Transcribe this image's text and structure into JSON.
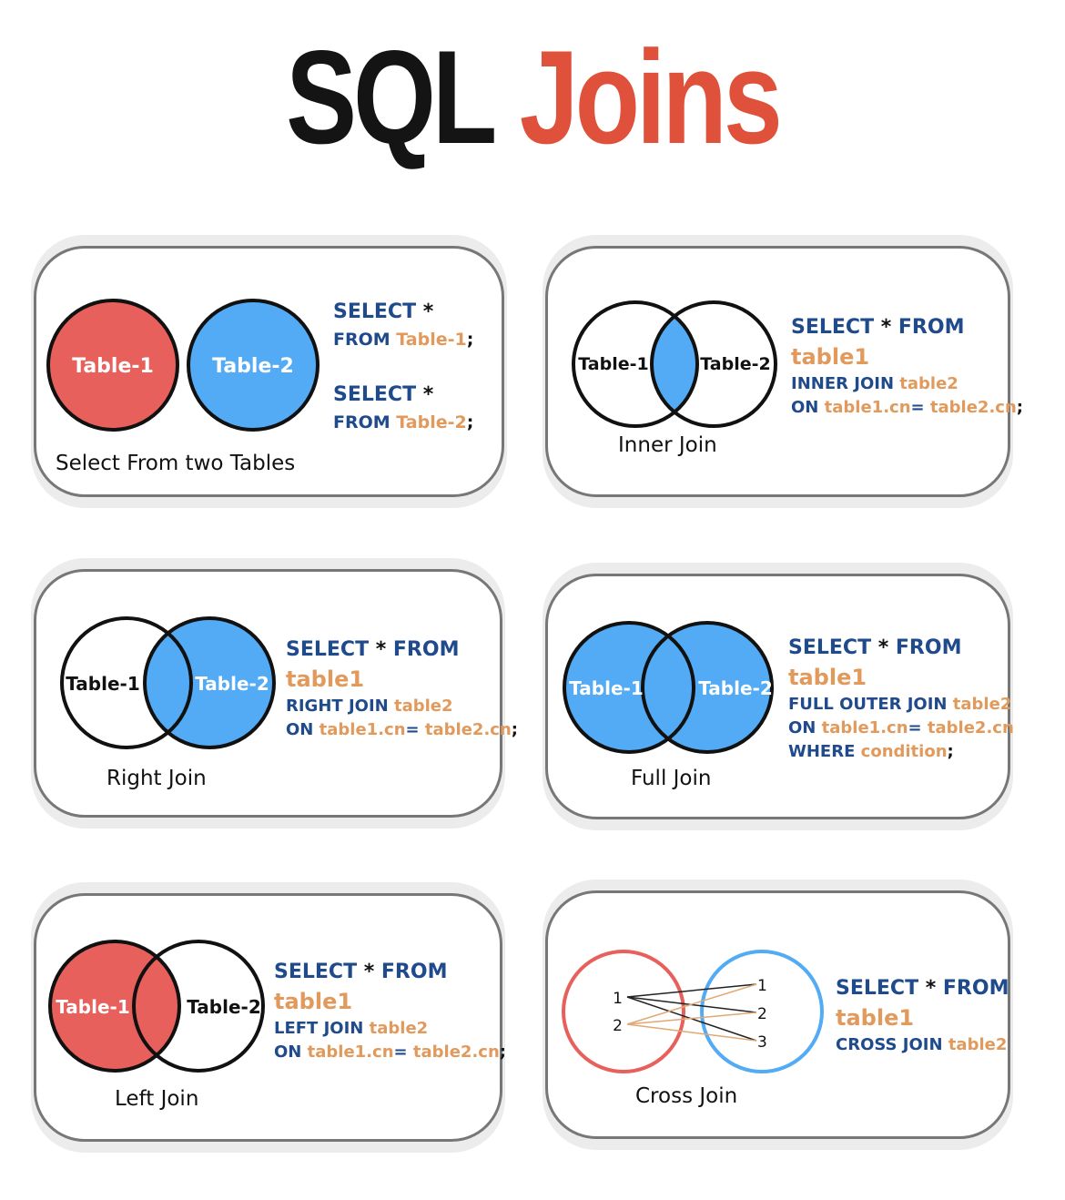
{
  "title": {
    "part1": "SQL",
    "part2": "Joins"
  },
  "colors": {
    "red": "#e8605c",
    "blue": "#52abf4",
    "keyword": "#1f4a8c",
    "value": "#e19a5c",
    "title_accent": "#df513a"
  },
  "cards": {
    "select_two": {
      "caption": "Select From two Tables",
      "circle1": "Table-1",
      "circle2": "Table-2",
      "q1_kw1": "SELECT",
      "q1_star": " *",
      "q1_kw2": "FROM",
      "q1_val": "Table-1",
      "q1_semi": ";",
      "q2_kw1": "SELECT",
      "q2_star": " *",
      "q2_kw2": "FROM",
      "q2_val": "Table-2",
      "q2_semi": ";"
    },
    "inner": {
      "caption": "Inner Join",
      "circle1": "Table-1",
      "circle2": "Table-2",
      "kw_select": "SELECT",
      "star": " * ",
      "kw_from": "FROM",
      "val_table": "table1",
      "kw_join": "INNER JOIN",
      "val_join": "table2",
      "kw_on": "ON",
      "val_on1": "table1.cn",
      "eq": "=",
      "val_on2": "table2.cn",
      "semi": ";"
    },
    "right": {
      "caption": "Right Join",
      "circle1": "Table-1",
      "circle2": "Table-2",
      "kw_select": "SELECT",
      "star": " * ",
      "kw_from": "FROM",
      "val_table": "table1",
      "kw_join": "RIGHT JOIN",
      "val_join": "table2",
      "kw_on": "ON",
      "val_on1": "table1.cn",
      "eq": "=",
      "val_on2": "table2.cn",
      "semi": ";"
    },
    "full": {
      "caption": "Full Join",
      "circle1": "Table-1",
      "circle2": "Table-2",
      "kw_select": "SELECT",
      "star": " * ",
      "kw_from": "FROM",
      "val_table": "table1",
      "kw_join": "FULL OUTER JOIN",
      "val_join": "table2",
      "kw_on": "ON",
      "val_on1": "table1.cn",
      "eq": "=",
      "val_on2": "table2.cn",
      "kw_where": "WHERE",
      "val_where": "condition",
      "semi": ";"
    },
    "left": {
      "caption": "Left Join",
      "circle1": "Table-1",
      "circle2": "Table-2",
      "kw_select": "SELECT",
      "star": " * ",
      "kw_from": "FROM",
      "val_table": "table1",
      "kw_join": "LEFT JOIN",
      "val_join": "table2",
      "kw_on": "ON",
      "val_on1": "table1.cn",
      "eq": "=",
      "val_on2": "table2.cn",
      "semi": ";"
    },
    "cross": {
      "caption": "Cross Join",
      "left_items": [
        "1",
        "2"
      ],
      "right_items": [
        "1",
        "2",
        "3"
      ],
      "kw_select": "SELECT",
      "star": " * ",
      "kw_from": "FROM",
      "val_table": "table1",
      "kw_join": "CROSS JOIN",
      "val_join": "table2"
    }
  }
}
